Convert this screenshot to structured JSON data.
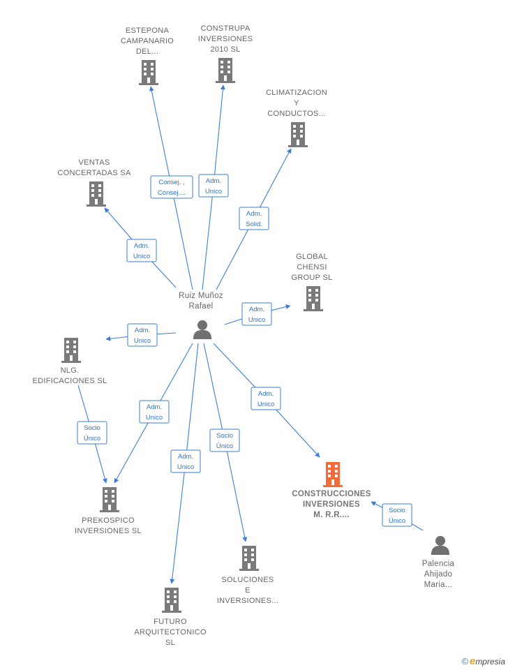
{
  "colors": {
    "edge": "#3a7fd5",
    "company": "#7a7a7a",
    "company_main": "#f26b3a",
    "person": "#707070",
    "label": "#666666"
  },
  "nodes": [
    {
      "id": "ruiz",
      "type": "person",
      "lines": [
        "Ruiz Muñoz",
        "Rafael"
      ]
    },
    {
      "id": "estepona",
      "type": "company",
      "lines": [
        "ESTEPONA",
        "CAMPANARIO",
        "DEL..."
      ]
    },
    {
      "id": "construpa",
      "type": "company",
      "lines": [
        "CONSTRUPA",
        "INVERSIONES",
        "2010  SL"
      ]
    },
    {
      "id": "climatizacion",
      "type": "company",
      "lines": [
        "CLIMATIZACION",
        "Y",
        "CONDUCTOS..."
      ]
    },
    {
      "id": "ventas",
      "type": "company",
      "lines": [
        "VENTAS",
        "CONCERTADAS SA"
      ]
    },
    {
      "id": "global",
      "type": "company",
      "lines": [
        "GLOBAL",
        "CHENSI",
        "GROUP  SL"
      ]
    },
    {
      "id": "nlg",
      "type": "company",
      "lines": [
        "NLG.",
        "EDIFICACIONES SL"
      ]
    },
    {
      "id": "prekospico",
      "type": "company",
      "lines": [
        "PREKOSPICO",
        "INVERSIONES SL"
      ]
    },
    {
      "id": "futuro",
      "type": "company",
      "lines": [
        "FUTURO",
        "ARQUITECTONICO",
        "SL"
      ]
    },
    {
      "id": "soluciones",
      "type": "company",
      "lines": [
        "SOLUCIONES",
        "E",
        "INVERSIONES..."
      ]
    },
    {
      "id": "construcciones",
      "type": "company_main",
      "lines": [
        "CONSTRUCCIONES",
        "INVERSIONES",
        "M. R.R...."
      ]
    },
    {
      "id": "palencia",
      "type": "person",
      "lines": [
        "Palencia",
        "Ahijado",
        "Maria..."
      ]
    }
  ],
  "edges": [
    {
      "from": "ruiz",
      "to": "estepona",
      "lines": [
        "Consej. ,",
        "Consej...."
      ]
    },
    {
      "from": "ruiz",
      "to": "construpa",
      "lines": [
        "Adm.",
        "Unico"
      ]
    },
    {
      "from": "ruiz",
      "to": "climatizacion",
      "lines": [
        "Adm.",
        "Solid."
      ]
    },
    {
      "from": "ruiz",
      "to": "ventas",
      "lines": [
        "Adm.",
        "Unico"
      ]
    },
    {
      "from": "ruiz",
      "to": "global",
      "lines": [
        "Adm.",
        "Unico"
      ]
    },
    {
      "from": "ruiz",
      "to": "nlg",
      "lines": [
        "Adm.",
        "Unico"
      ]
    },
    {
      "from": "ruiz",
      "to": "prekospico",
      "lines": [
        "Adm.",
        "Unico"
      ]
    },
    {
      "from": "ruiz",
      "to": "futuro",
      "lines": [
        "Adm.",
        "Unico"
      ]
    },
    {
      "from": "ruiz",
      "to": "soluciones",
      "lines": [
        "Socio",
        "Único"
      ]
    },
    {
      "from": "ruiz",
      "to": "construcciones",
      "lines": [
        "Adm.",
        "Unico"
      ]
    },
    {
      "from": "nlg",
      "to": "prekospico",
      "lines": [
        "Socio",
        "Único"
      ]
    },
    {
      "from": "palencia",
      "to": "construcciones",
      "lines": [
        "Socio",
        "Único"
      ]
    }
  ],
  "watermark": {
    "copyright": "©",
    "brand_initial": "e",
    "brand_rest": "mpresia"
  }
}
